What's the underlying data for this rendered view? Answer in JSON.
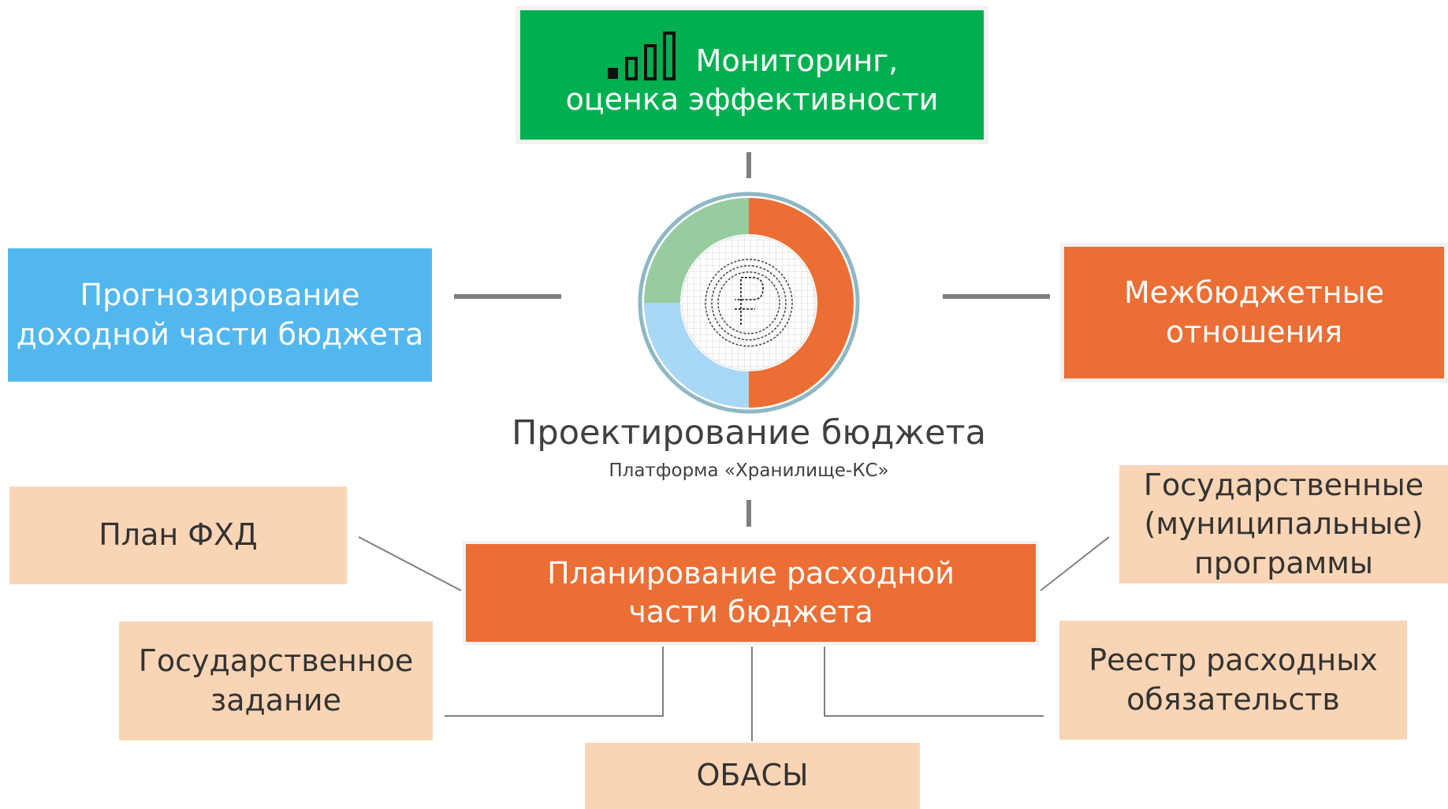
{
  "monitoring": {
    "line1": "Мониторинг,",
    "line2": "оценка эффективности"
  },
  "forecast": {
    "line1": "Прогнозирование",
    "line2": "доходной части бюджета"
  },
  "interbudget": {
    "line1": "Межбюджетные",
    "line2": "отношения"
  },
  "center": {
    "title": "Проектирование бюджета",
    "subtitle": "Платформа «Хранилище-КС»"
  },
  "expenses": {
    "line1": "Планирование расходной",
    "line2": "части бюджета"
  },
  "plan_fhd": "План ФХД",
  "state_task": {
    "line1": "Государственное",
    "line2": "задание"
  },
  "obasy": "ОБАСЫ",
  "registry": {
    "line1": "Реестр расходных",
    "line2": "обязательств"
  },
  "programs": {
    "line1": "Государственные",
    "line2": "(муниципальные)",
    "line3": "программы"
  },
  "icons": {
    "monitoring": "signal-bars-icon",
    "center": "ruble-coin-icon"
  },
  "colors": {
    "green": "#00b050",
    "blue": "#52b7ef",
    "orange": "#eb6e34",
    "peach": "#fad5b5",
    "ring_light_green": "#97cc9f",
    "ring_light_blue": "#a9d8f6",
    "connector": "#7f7f7f"
  },
  "donut_segments": [
    {
      "name": "orange",
      "fraction": 0.5
    },
    {
      "name": "light-blue",
      "fraction": 0.25
    },
    {
      "name": "light-green",
      "fraction": 0.25
    }
  ]
}
